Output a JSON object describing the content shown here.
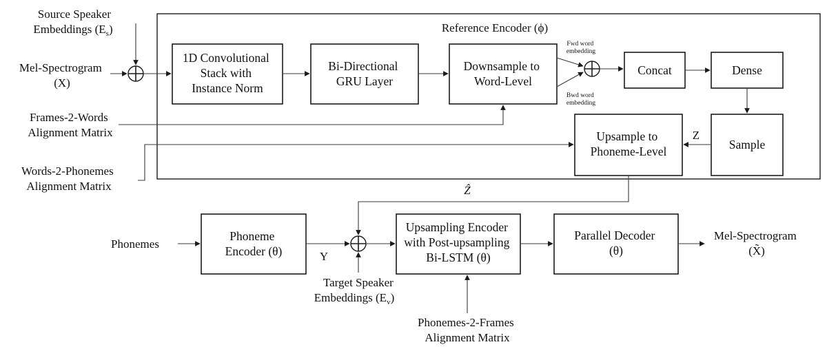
{
  "reference_encoder_title": "Reference Encoder (ϕ)",
  "inputs": {
    "source_speaker_embeddings": [
      "Source Speaker",
      "Embeddings (E",
      "s",
      ")"
    ],
    "mel_spectrogram_input": [
      "Mel-Spectrogram",
      "(X)"
    ],
    "frames_to_words": [
      "Frames-2-Words",
      "Alignment Matrix"
    ],
    "words_to_phonemes": [
      "Words-2-Phonemes",
      "Alignment Matrix"
    ],
    "phonemes": "Phonemes",
    "target_speaker_embeddings": [
      "Target Speaker",
      "Embeddings (E",
      "v",
      ")"
    ],
    "phonemes_to_frames": [
      "Phonemes-2-Frames",
      "Alignment Matrix"
    ]
  },
  "blocks": {
    "conv_stack": [
      "1D Convolutional",
      "Stack with",
      "Instance Norm"
    ],
    "bi_gru": [
      "Bi-Directional",
      "GRU Layer"
    ],
    "downsample": [
      "Downsample to",
      "Word-Level"
    ],
    "concat": "Concat",
    "dense": "Dense",
    "sample": "Sample",
    "upsample_phoneme": [
      "Upsample to",
      "Phoneme-Level"
    ],
    "phoneme_encoder": [
      "Phoneme",
      "Encoder (θ)"
    ],
    "upsampling_encoder": [
      "Upsampling Encoder",
      "with Post-upsampling",
      "Bi-LSTM (θ)"
    ],
    "parallel_decoder": [
      "Parallel Decoder",
      "(θ)"
    ]
  },
  "edge_labels": {
    "fwd_word_embedding": [
      "Fwd word",
      "embedding"
    ],
    "bwd_word_embedding": [
      "Bwd word",
      "embedding"
    ],
    "z": "Z",
    "z_hat": "Ẑ",
    "y": "Y"
  },
  "outputs": {
    "mel_spectrogram_output": [
      "Mel-Spectrogram",
      "(X̃)"
    ]
  }
}
